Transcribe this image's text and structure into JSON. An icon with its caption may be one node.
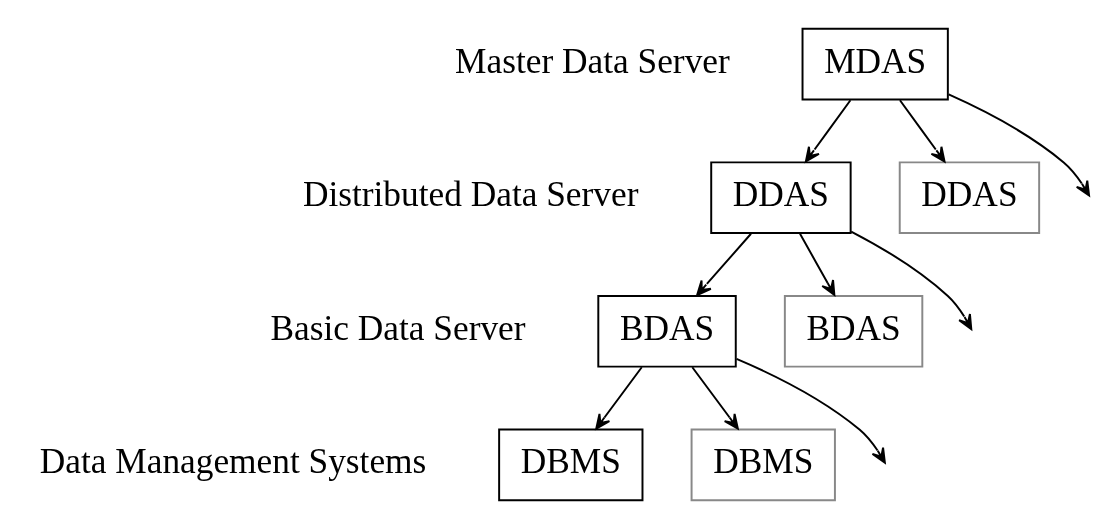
{
  "diagram": {
    "nodes": [
      {
        "text": [
          "MDAS"
        ]
      },
      {
        "text": [
          "DDAS"
        ]
      },
      {
        "text": [
          "DDAS"
        ]
      },
      {
        "text": [
          "BDAS"
        ]
      },
      {
        "text": [
          "BDAS"
        ]
      },
      {
        "text": [
          "DBMS"
        ]
      },
      {
        "text": [
          "DBMS"
        ]
      }
    ],
    "edges": [
      {
        "from": 0,
        "to": 1,
        "arrow": "to"
      },
      {
        "from": 0,
        "to": 2,
        "arrow": "to"
      },
      {
        "from": 0,
        "to": null,
        "arrow": "to"
      },
      {
        "from": 1,
        "to": 3,
        "arrow": "to"
      },
      {
        "from": 1,
        "to": 4,
        "arrow": "to"
      },
      {
        "from": 1,
        "to": null,
        "arrow": "to"
      },
      {
        "from": 3,
        "to": 5,
        "arrow": "to"
      },
      {
        "from": 3,
        "to": 6,
        "arrow": "to"
      },
      {
        "from": 3,
        "to": null,
        "arrow": "to"
      }
    ],
    "labels": [
      "Master Data Server",
      "Distributed Data Server",
      "Basic Data Server",
      "Data Management Systems"
    ]
  }
}
